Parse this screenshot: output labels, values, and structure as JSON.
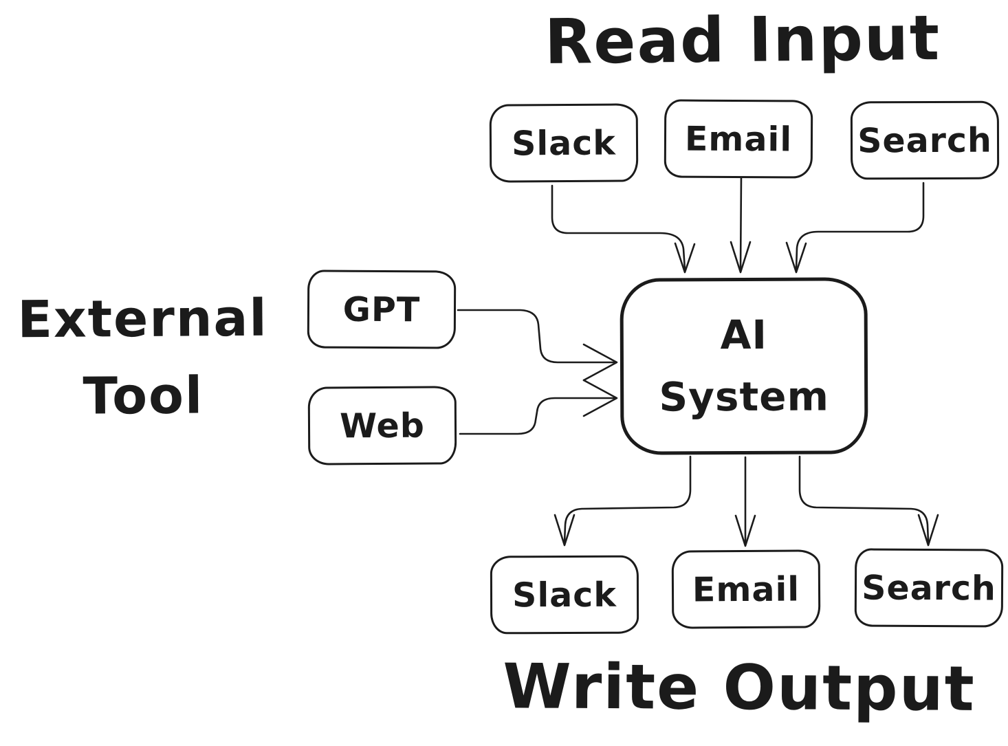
{
  "canvas": {
    "background_color": "#ffffff",
    "stroke_color": "#1b1b1b",
    "style": "hand-drawn sketch diagram"
  },
  "titles": {
    "read_input": "Read Input",
    "external_tool": {
      "line1": "External",
      "line2": "Tool"
    },
    "write_output": "Write Output"
  },
  "nodes": {
    "read_input_group": [
      {
        "id": "slack-input",
        "label": "Slack"
      },
      {
        "id": "email-input",
        "label": "Email"
      },
      {
        "id": "search-input",
        "label": "Search"
      }
    ],
    "external_tool_group": [
      {
        "id": "gpt",
        "label": "GPT"
      },
      {
        "id": "web",
        "label": "Web"
      }
    ],
    "ai_system": {
      "line1": "AI",
      "line2": "System"
    },
    "write_output_group": [
      {
        "id": "slack-output",
        "label": "Slack"
      },
      {
        "id": "email-output",
        "label": "Email"
      },
      {
        "id": "search-output",
        "label": "Search"
      }
    ]
  },
  "edges": [
    {
      "from": "slack-input",
      "to": "ai-system",
      "arrowhead": "open-v"
    },
    {
      "from": "email-input",
      "to": "ai-system",
      "arrowhead": "open-v"
    },
    {
      "from": "search-input",
      "to": "ai-system",
      "arrowhead": "open-v"
    },
    {
      "from": "gpt",
      "to": "ai-system",
      "arrowhead": "open-chevron"
    },
    {
      "from": "web",
      "to": "ai-system",
      "arrowhead": "open-chevron"
    },
    {
      "from": "ai-system",
      "to": "slack-output",
      "arrowhead": "open-v"
    },
    {
      "from": "ai-system",
      "to": "email-output",
      "arrowhead": "open-v"
    },
    {
      "from": "ai-system",
      "to": "search-output",
      "arrowhead": "open-v"
    }
  ]
}
